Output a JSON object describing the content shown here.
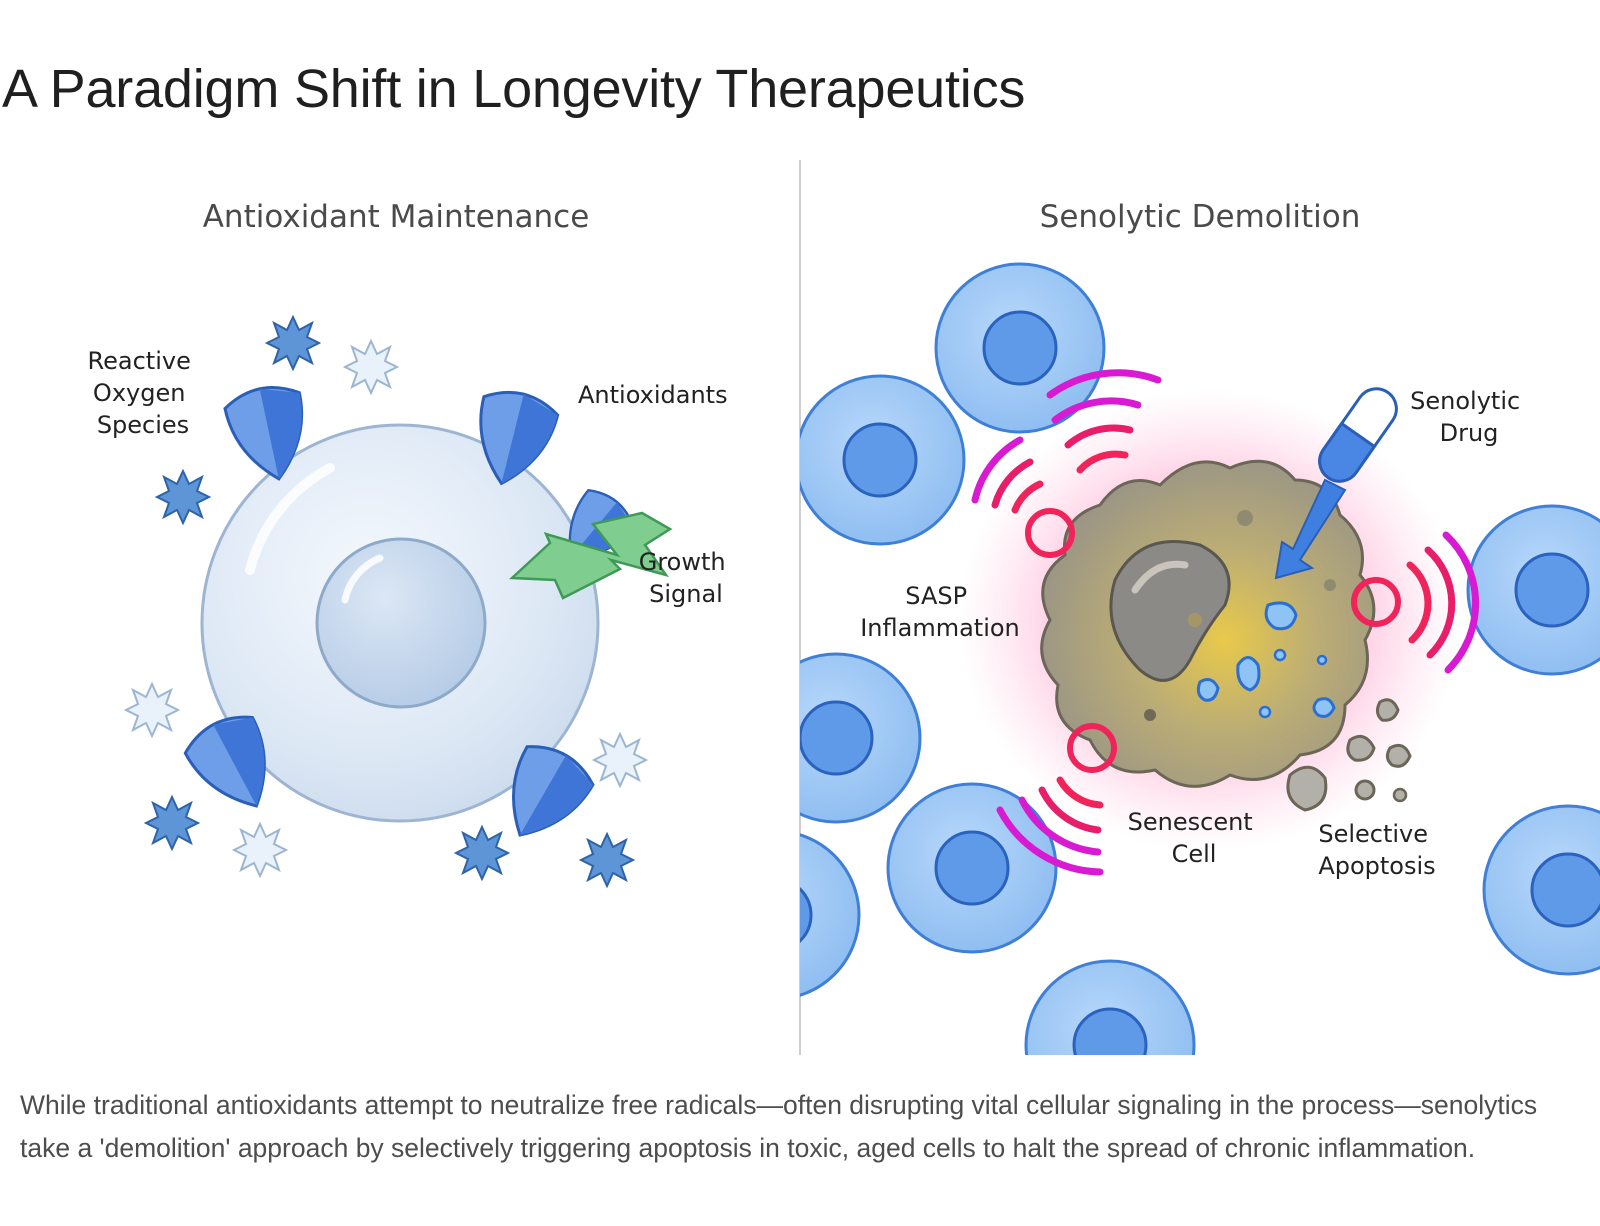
{
  "title": "A Paradigm Shift in Longevity Therapeutics",
  "left_panel": {
    "title": "Antioxidant Maintenance",
    "labels": {
      "ros": [
        "Reactive",
        "Oxygen",
        "Species"
      ],
      "antioxidants": "Antioxidants",
      "growth_signal": [
        "Growth",
        "Signal"
      ]
    }
  },
  "right_panel": {
    "title": "Senolytic Demolition",
    "labels": {
      "drug": [
        "Senolytic",
        "Drug"
      ],
      "sasp": [
        "SASP",
        "Inflammation"
      ],
      "senescent_cell": [
        "Senescent",
        "Cell"
      ],
      "apoptosis": [
        "Selective",
        "Apoptosis"
      ]
    }
  },
  "caption": "While traditional antioxidants attempt to neutralize free radicals—often disrupting vital cellular signaling in the process—senolytics take a 'demolition' approach by selectively triggering apoptosis in toxic, aged cells to halt the spread of chronic inflammation.",
  "colors": {
    "shield_blue": "#4f86e0",
    "healthy_cell": "#9ec8f5",
    "senescent_cell": "#9a9486",
    "sasp_red": "#f0245a",
    "sasp_magenta": "#d81ad2",
    "growth_arrow": "#77c98a",
    "drug_arrow": "#3f7fe0"
  }
}
